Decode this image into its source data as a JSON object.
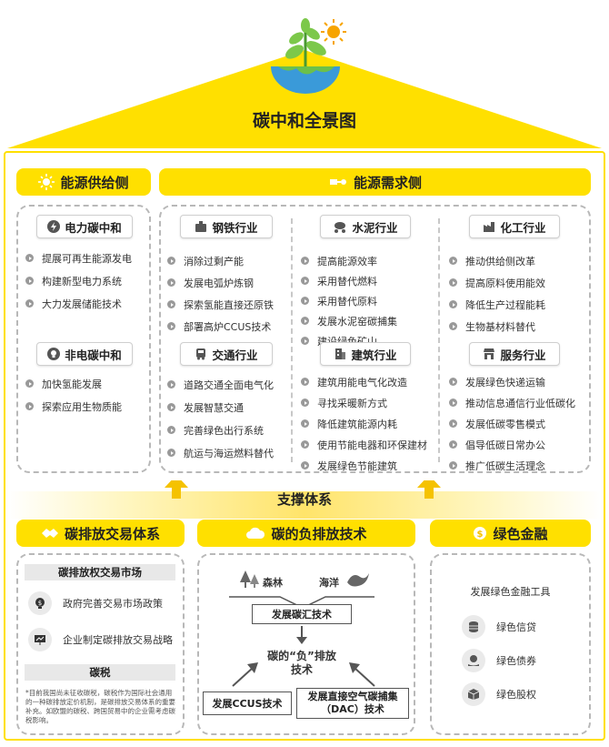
{
  "title": "碳中和全景图",
  "supply": {
    "header": "能源供给侧",
    "power": {
      "label": "电力碳中和",
      "items": [
        "提展可再生能源发电",
        "构建新型电力系统",
        "大力发展储能技术"
      ]
    },
    "nonpower": {
      "label": "非电碳中和",
      "items": [
        "加快氢能发展",
        "探索应用生物质能"
      ]
    }
  },
  "demand": {
    "header": "能源需求侧",
    "steel": {
      "label": "钢铁行业",
      "items": [
        "消除过剩产能",
        "发展电弧炉炼钢",
        "探索氢能直接还原铁",
        "部署高炉CCUS技术"
      ]
    },
    "cement": {
      "label": "水泥行业",
      "items": [
        "提高能源效率",
        "采用替代燃料",
        "采用替代原料",
        "发展水泥窑碳捕集",
        "建设绿色矿山"
      ]
    },
    "chemical": {
      "label": "化工行业",
      "items": [
        "推动供给侧改革",
        "提高原料使用能效",
        "降低生产过程能耗",
        "生物基材料替代"
      ]
    },
    "transport": {
      "label": "交通行业",
      "items": [
        "道路交通全面电气化",
        "发展智慧交通",
        "完善绿色出行系统",
        "航运与海运燃料替代"
      ]
    },
    "building": {
      "label": "建筑行业",
      "items": [
        "建筑用能电气化改造",
        "寻找采暖新方式",
        "降低建筑能源内耗",
        "使用节能电器和环保建材",
        "发展绿色节能建筑"
      ]
    },
    "service": {
      "label": "服务行业",
      "items": [
        "发展绿色快递运输",
        "推动信息通信行业低碳化",
        "发展低碳零售模式",
        "倡导低碳日常办公",
        "推广低碳生活理念"
      ]
    }
  },
  "support": {
    "title": "支撑体系",
    "trading": {
      "header": "碳排放交易体系",
      "market_label": "碳排放权交易市场",
      "items": [
        "政府完善交易市场政策",
        "企业制定碳排放交易战略"
      ],
      "tax_label": "碳税",
      "note": "*目前我国尚未征收碳税，碳税作为国际社会通用的一种碳排放定价机制，是碳排放交易体系的重要补充。如欧盟的碳税、跨国贸易中的企业需考虑碳税影响。"
    },
    "negative": {
      "header": "碳的负排放技术",
      "forest": "森林",
      "ocean": "海洋",
      "sink": "发展碳汇技术",
      "center_line1": "碳的“负”排放",
      "center_line2": "技术",
      "ccus": "发展CCUS技术",
      "dac_line1": "发展直接空气碳捕集",
      "dac_line2": "（DAC）技术"
    },
    "finance": {
      "header": "绿色金融",
      "tools_label": "发展绿色金融工具",
      "items": [
        "绿色信贷",
        "绿色债券",
        "绿色股权"
      ]
    }
  },
  "colors": {
    "accent": "#ffe000",
    "accent_dark": "#f5c200",
    "green": "#6cc04a",
    "earth_blue": "#3a9ad9"
  }
}
